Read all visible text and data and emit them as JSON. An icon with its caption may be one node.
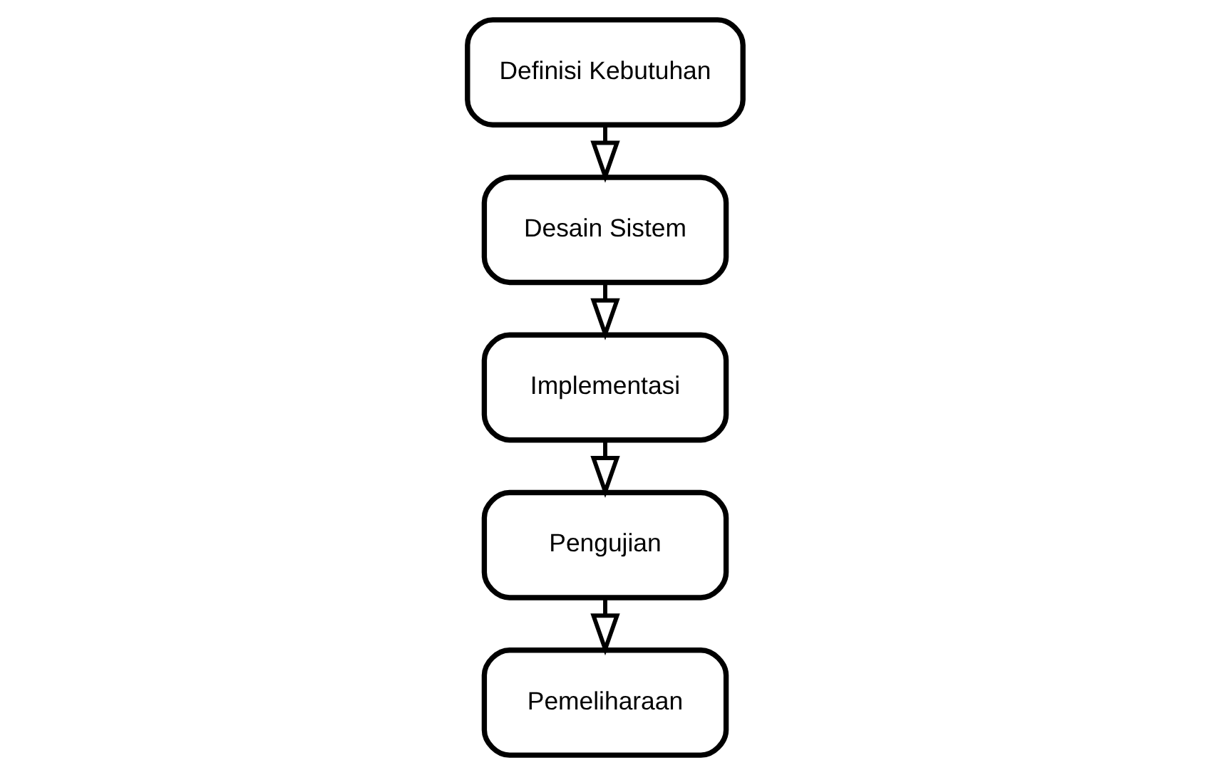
{
  "diagram": {
    "nodes": [
      {
        "text": [
          "Definisi Kebutuhan"
        ]
      },
      {
        "text": [
          "Desain Sistem"
        ]
      },
      {
        "text": [
          "Implementasi"
        ]
      },
      {
        "text": [
          "Pengujian"
        ]
      },
      {
        "text": [
          "Pemeliharaan"
        ]
      }
    ],
    "edges": [
      {
        "from": 0,
        "to": 1,
        "arrow": "to"
      },
      {
        "from": 1,
        "to": 2,
        "arrow": "to"
      },
      {
        "from": 2,
        "to": 3,
        "arrow": "to"
      },
      {
        "from": 3,
        "to": 4,
        "arrow": "to"
      }
    ]
  }
}
